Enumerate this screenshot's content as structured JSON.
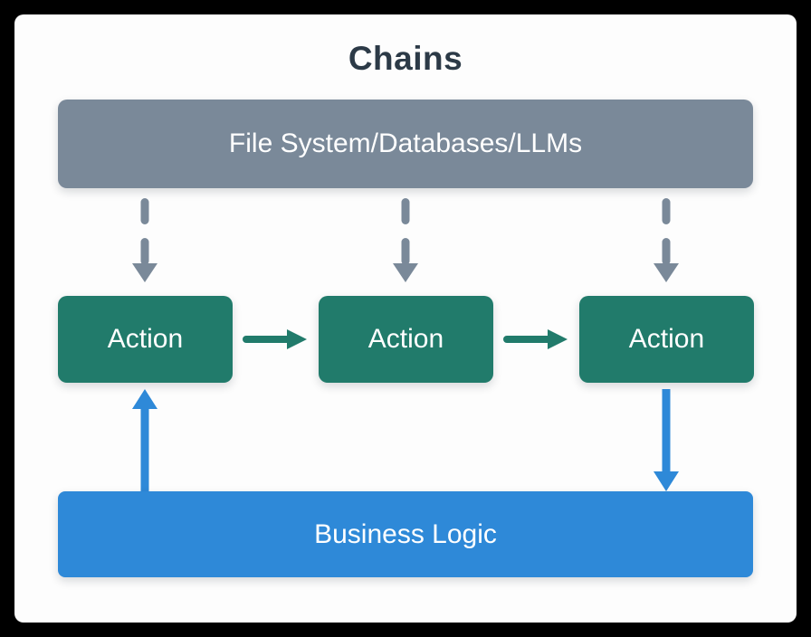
{
  "title": "Chains",
  "colors": {
    "frame": "#000000",
    "card-bg": "#fdfdfd",
    "title-text": "#2c3a47",
    "slate": "#7a8999",
    "teal": "#217b6b",
    "blue": "#2e89d8",
    "box-text": "#ffffff"
  },
  "diagram": {
    "source": {
      "label": "File System/Databases/LLMs"
    },
    "actions": [
      {
        "label": "Action"
      },
      {
        "label": "Action"
      },
      {
        "label": "Action"
      }
    ],
    "business": {
      "label": "Business Logic"
    }
  }
}
